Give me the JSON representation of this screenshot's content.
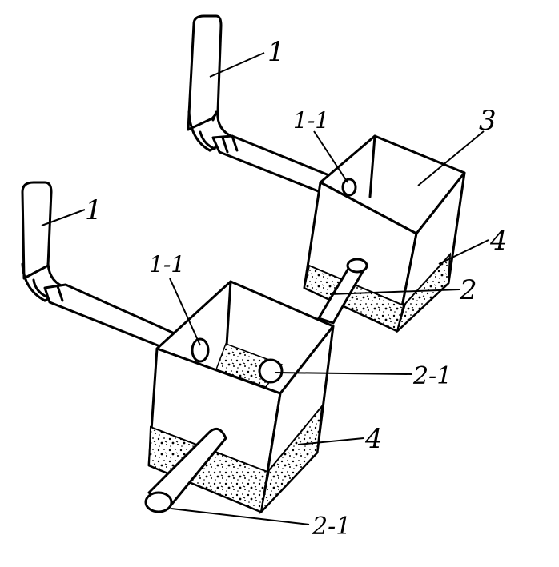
{
  "labels": {
    "pipe_upper": "1",
    "pipe_lower": "1",
    "inlet_upper": "1-1",
    "inlet_lower": "1-1",
    "container_upper": "3",
    "filler_upper": "4",
    "filler_lower": "4",
    "connector": "2",
    "outlet_inner": "2-1",
    "outlet_bottom": "2-1"
  },
  "colors": {
    "ink": "#000000",
    "paper": "#ffffff"
  }
}
